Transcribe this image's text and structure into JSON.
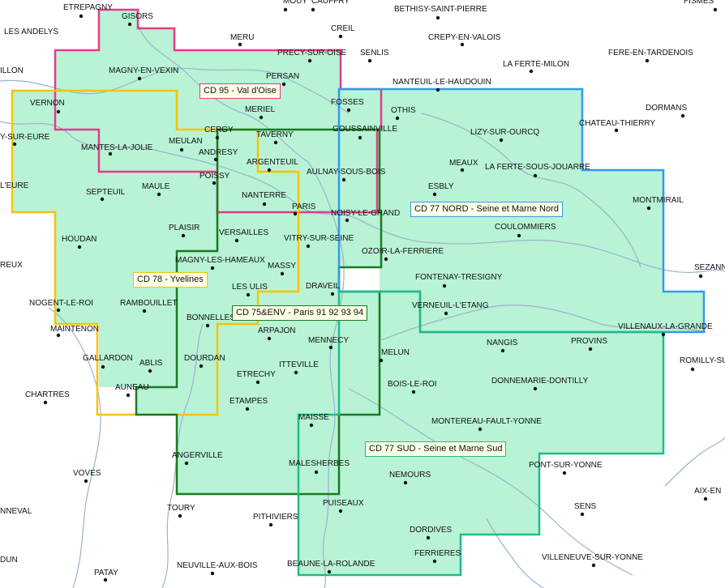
{
  "map": {
    "colors": {
      "background": "#ffffff",
      "zone_fill": "#b8f3d5",
      "rivers": "#9bb2cf",
      "cd95": "#e8388a",
      "cd78": "#f5c400",
      "cd75": "#1a7a22",
      "cd77_nord": "#3399ee",
      "cd77_sud": "#22bb88"
    },
    "zones": [
      {
        "id": "cd95",
        "label": "CD 95 - Val d'Oise"
      },
      {
        "id": "cd78",
        "label": "CD 78 - Yvelines"
      },
      {
        "id": "cd75",
        "label": "CD 75&ENV - Paris 91 92 93 94"
      },
      {
        "id": "cd77_nord",
        "label": "CD 77 NORD - Seine et Marne Nord"
      },
      {
        "id": "cd77_sud",
        "label": "CD 77 SUD - Seine et Marne Sud"
      }
    ],
    "towns": [
      "ETREPAGNY",
      "GISORS",
      "MOUY",
      "CAUFFRY",
      "BETHISY-SAINT-PIERRE",
      "FISMES",
      "LES ANDELYS",
      "MERU",
      "CREIL",
      "SENLIS",
      "CREPY-EN-VALOIS",
      "MAGNY-EN-VEXIN",
      "PRECY-SUR-OISE",
      "LA FERTE-MILON",
      "FERE-EN-TARDENOIS",
      "ILLON",
      "PERSAN",
      "NANTEUIL-LE-HAUDOUIN",
      "VERNON",
      "FOSSES",
      "OTHIS",
      "DORMANS",
      "MERIEL",
      "GOUSSAINVILLE",
      "LIZY-SUR-OURCQ",
      "CHATEAU-THIERRY",
      "Y-SUR-EURE",
      "CERGY",
      "TAVERNY",
      "MANTES-LA-JOLIE",
      "MEULAN",
      "ANDRESY",
      "ARGENTEUIL",
      "MEAUX",
      "LA FERTE-SOUS-JOUARRE",
      "L'EURE",
      "POISSY",
      "AULNAY-SOUS-BOIS",
      "SEPTEUIL",
      "MAULE",
      "ESBLY",
      "NANTERRE",
      "MONTMIRAIL",
      "PARIS",
      "NOISY-LE-GRAND",
      "PLAISIR",
      "COULOMMIERS",
      "HOUDAN",
      "VERSAILLES",
      "VITRY-SUR-SEINE",
      "OZOIR-LA-FERRIERE",
      "MAGNY-LES-HAMEAUX",
      "REUX",
      "MASSY",
      "SEZANN",
      "FONTENAY-TRESIGNY",
      "NOGENT-LE-ROI",
      "LES ULIS",
      "DRAVEIL",
      "RAMBOUILLET",
      "VERNEUIL-L'ETANG",
      "BONNELLES",
      "VILLENAUX-LA-GRANDE",
      "MAINTENON",
      "ARPAJON",
      "MENNECY",
      "NANGIS",
      "PROVINS",
      "ROMILLY-SU",
      "GALLARDON",
      "ABLIS",
      "DOURDAN",
      "MELUN",
      "ITTEVILLE",
      "ETRECHY",
      "DONNEMARIE-DONTILLY",
      "BOIS-LE-ROI",
      "CHARTRES",
      "AUNEAU",
      "ETAMPES",
      "MAISSE",
      "MONTEREAU-FAULT-YONNE",
      "ANGERVILLE",
      "MALESHERBES",
      "PONT-SUR-YONNE",
      "VOVES",
      "NEMOURS",
      "AIX-EN",
      "NNEVAL",
      "TOURY",
      "PUISEAUX",
      "PITHIVIERS",
      "SENS",
      "DORDIVES",
      "DUN",
      "FERRIERES",
      "VILLENEUVE-SUR-YONNE",
      "NEUVILLE-AUX-BOIS",
      "BEAUNE-LA-ROLANDE",
      "PATAY"
    ]
  }
}
